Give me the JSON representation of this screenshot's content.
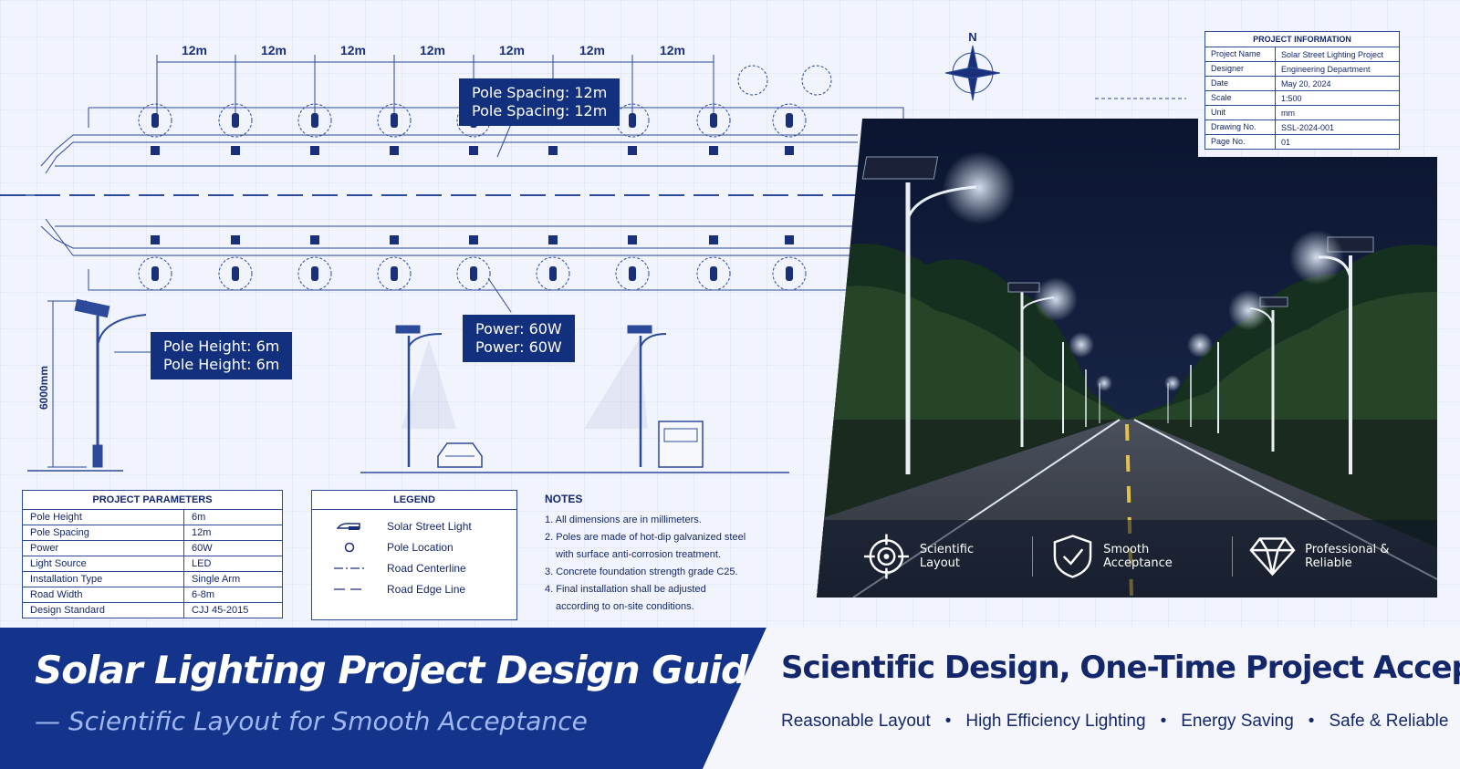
{
  "spacing_labels": [
    "12m",
    "12m",
    "12m",
    "12m",
    "12m",
    "12m",
    "12m"
  ],
  "compass": {
    "north": "N"
  },
  "callouts": {
    "spacing": [
      "Pole Spacing: 12m",
      "Pole Spacing: 12m"
    ],
    "height": [
      "Pole Height: 6m",
      "Pole Height: 6m"
    ],
    "power": [
      "Power:  60W",
      "Power:  60W"
    ]
  },
  "height_dimension": "6000mm",
  "project_info": {
    "title": "PROJECT INFORMATION",
    "rows": [
      {
        "key": "Project Name",
        "value": "Solar Street Lighting Project"
      },
      {
        "key": "Designer",
        "value": "Engineering Department"
      },
      {
        "key": "Date",
        "value": "May 20, 2024"
      },
      {
        "key": "Scale",
        "value": "1:500"
      },
      {
        "key": "Unit",
        "value": "mm"
      },
      {
        "key": "Drawing No.",
        "value": "SSL-2024-001"
      },
      {
        "key": "Page No.",
        "value": "01"
      }
    ]
  },
  "parameters": {
    "title": "PROJECT PARAMETERS",
    "rows": [
      {
        "key": "Pole Height",
        "value": "6m"
      },
      {
        "key": "Pole Spacing",
        "value": "12m"
      },
      {
        "key": "Power",
        "value": "60W"
      },
      {
        "key": "Light Source",
        "value": "LED"
      },
      {
        "key": "Installation Type",
        "value": "Single Arm"
      },
      {
        "key": "Road Width",
        "value": "6-8m"
      },
      {
        "key": "Design Standard",
        "value": "CJJ 45-2015"
      }
    ]
  },
  "legend": {
    "title": "LEGEND",
    "items": [
      {
        "label": "Solar Street Light",
        "icon": "street-light-icon"
      },
      {
        "label": "Pole Location",
        "icon": "pole-location-icon"
      },
      {
        "label": "Road Centerline",
        "icon": "dash-dot-line-icon"
      },
      {
        "label": "Road Edge Line",
        "icon": "dashed-line-icon"
      }
    ]
  },
  "notes": {
    "title": "NOTES",
    "items": [
      "1. All dimensions are in millimeters.",
      "2. Poles are made of hot-dip galvanized steel",
      "with surface anti-corrosion treatment.",
      "3. Concrete foundation strength grade C25.",
      "4. Final installation shall be adjusted",
      "according to on-site conditions."
    ]
  },
  "badges": [
    {
      "label": "Scientific Layout",
      "icon": "target-icon"
    },
    {
      "label": "Smooth Acceptance",
      "icon": "shield-check-icon"
    },
    {
      "label": "Professional & Reliable",
      "icon": "diamond-icon"
    }
  ],
  "banner": {
    "title": "Solar Lighting Project Design Guide",
    "subtitle": "— Scientific Layout for Smooth Acceptance",
    "headline": "Scientific Design, One-Time Project Acceptance",
    "features": [
      "Reasonable Layout",
      "High Efficiency Lighting",
      "Energy Saving",
      "Safe & Reliable"
    ]
  },
  "colors": {
    "navy": "#14338a",
    "line": "#2d4a9a",
    "sky": "#0f1c3a"
  }
}
